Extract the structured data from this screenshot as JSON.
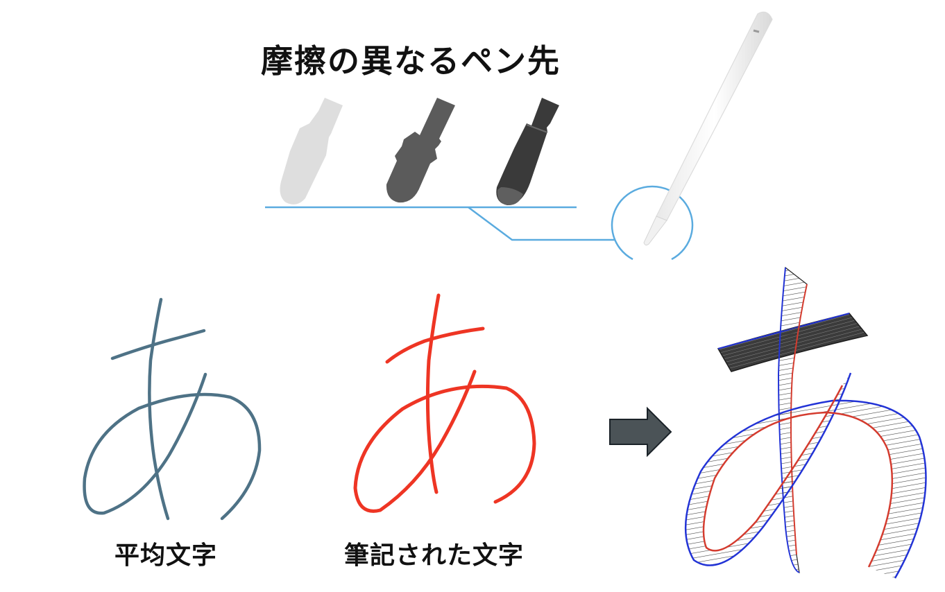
{
  "title": "摩擦の異なるペン先",
  "captions": {
    "average": "平均文字",
    "written": "筆記された文字"
  },
  "glyph": "あ",
  "pen_tips": [
    {
      "name": "light-tip",
      "color": "#dedede"
    },
    {
      "name": "medium-tip",
      "color": "#5b5b5b"
    },
    {
      "name": "dark-tip",
      "color": "#3a3a3a"
    }
  ],
  "colors": {
    "average_stroke": "#4e7286",
    "written_stroke": "#ee3524",
    "callout": "#5aabdf",
    "arrow_fill": "#4b5357",
    "overlay_red": "#d43b2e",
    "overlay_blue": "#2233d6",
    "hatch": "#444444"
  }
}
